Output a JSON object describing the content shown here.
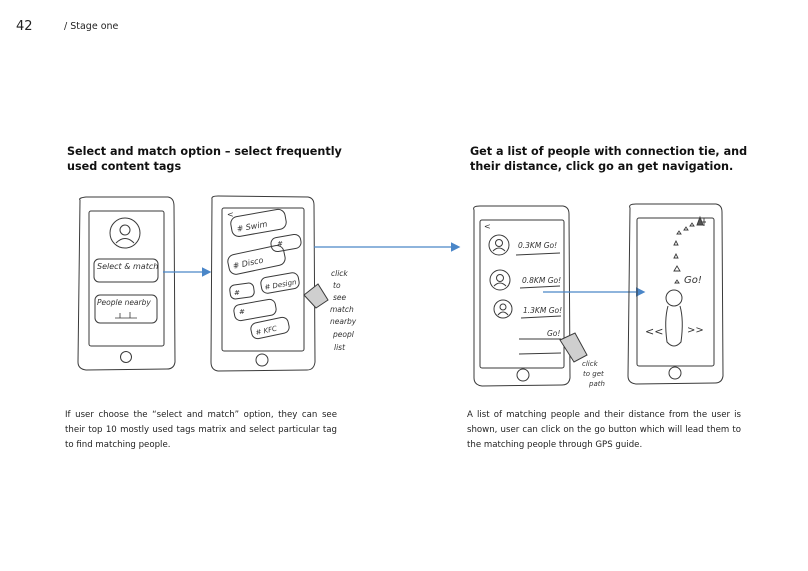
{
  "header": {
    "page_number": "42",
    "section": "/ Stage one"
  },
  "left_panel": {
    "heading": "Select and match option – select frequently used content tags",
    "description": "If user choose the “select and match” option, they can see their top 10 mostly used tags matrix and select particular tag to find matching people.",
    "sketch_home": {
      "option_1": "Select & match",
      "option_2": "People nearby"
    },
    "sketch_tags": {
      "back": "<",
      "tags": [
        "# Swim",
        "#",
        "# Disco",
        "#",
        "# Design",
        "#",
        "# KFC"
      ],
      "annotation": [
        "click",
        "to",
        "see",
        "match",
        "nearby",
        "peopl",
        "list"
      ]
    }
  },
  "right_panel": {
    "heading": "Get a list of people with connection tie, and their distance, click go an get navigation.",
    "description": "A list of matching people and their distance from the user is shown, user can click on the go button which will lead them to the matching people through GPS guide.",
    "sketch_list": {
      "back": "<",
      "people": [
        {
          "distance": "0.3KM Go!"
        },
        {
          "distance": "0.8KM Go!"
        },
        {
          "distance": "1.3KM Go!"
        }
      ],
      "go_label": "Go!",
      "annotation": [
        "click",
        "to get",
        "path"
      ]
    },
    "sketch_nav": {
      "go_label": "Go!",
      "left_arrows": "<<",
      "right_arrows": ">>"
    }
  },
  "colors": {
    "arrow": "#4a86c8",
    "sketch": "#3a3a3a"
  }
}
